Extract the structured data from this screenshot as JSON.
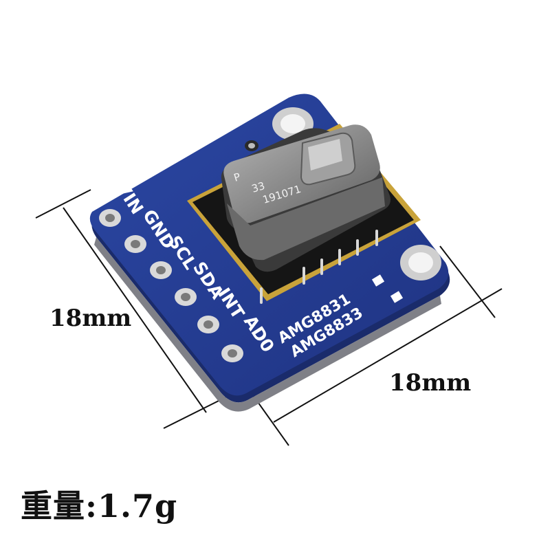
{
  "board": {
    "pin_labels": [
      "VIN",
      "GND",
      "SCL",
      "SDA",
      "INT",
      "AD0"
    ],
    "model_labels": [
      "AMG8831",
      "AMG8833"
    ],
    "chip_markings": [
      "P",
      "33",
      "191071"
    ],
    "colors": {
      "pcb": "#253c8e",
      "pcb_edge": "#1a2b6b",
      "silk": "#ffffff",
      "pad": "#d9d9d9",
      "sensor_can": "#8e8e8e",
      "gold": "#c9a33a"
    }
  },
  "dimensions": {
    "side_label": "18mm",
    "bottom_label": "18mm"
  },
  "weight_label": "重量:1.7g"
}
